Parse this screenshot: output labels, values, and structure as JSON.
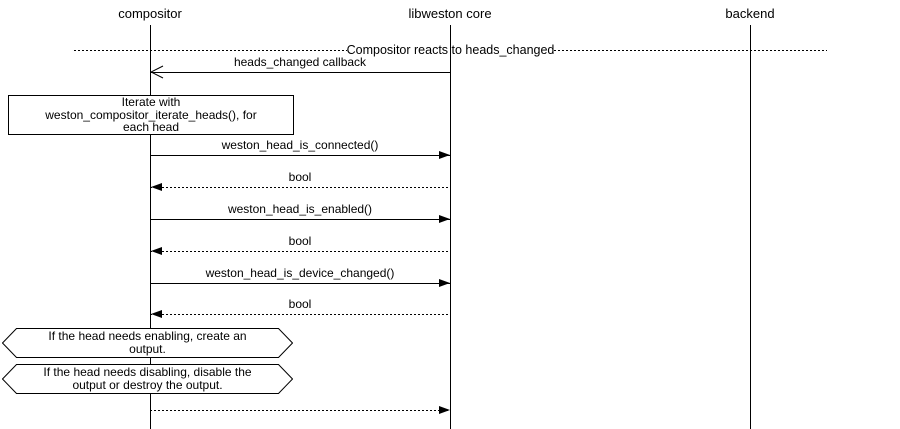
{
  "diagram": {
    "title": "Compositor reacts to heads_changed",
    "participants": [
      {
        "name": "compositor"
      },
      {
        "name": "libweston core"
      },
      {
        "name": "backend"
      }
    ],
    "divider": {
      "label": "Compositor reacts to heads_changed"
    },
    "note": {
      "lines": [
        "Iterate with",
        "weston_compositor_iterate_heads(), for",
        "each head"
      ]
    },
    "messages": [
      {
        "label": "heads_changed callback",
        "from": "libweston core",
        "to": "compositor",
        "line": "solid",
        "arrow": "open-left"
      },
      {
        "label": "weston_head_is_connected()",
        "from": "compositor",
        "to": "libweston core",
        "line": "solid",
        "arrow": "filled-right"
      },
      {
        "label": "bool",
        "from": "libweston core",
        "to": "compositor",
        "line": "dotted",
        "arrow": "filled-left"
      },
      {
        "label": "weston_head_is_enabled()",
        "from": "compositor",
        "to": "libweston core",
        "line": "solid",
        "arrow": "filled-right"
      },
      {
        "label": "bool",
        "from": "libweston core",
        "to": "compositor",
        "line": "dotted",
        "arrow": "filled-left"
      },
      {
        "label": "weston_head_is_device_changed()",
        "from": "compositor",
        "to": "libweston core",
        "line": "solid",
        "arrow": "filled-right"
      },
      {
        "label": "bool",
        "from": "libweston core",
        "to": "compositor",
        "line": "dotted",
        "arrow": "filled-left"
      },
      {
        "label": "",
        "from": "compositor",
        "to": "libweston core",
        "line": "dotted",
        "arrow": "filled-right"
      }
    ],
    "conditions": [
      {
        "lines": [
          "If the head needs enabling, create an",
          "output."
        ]
      },
      {
        "lines": [
          "If the head needs disabling, disable the",
          "output or destroy the output."
        ]
      }
    ],
    "colors": {
      "stroke": "#000000",
      "background": "#ffffff"
    }
  }
}
